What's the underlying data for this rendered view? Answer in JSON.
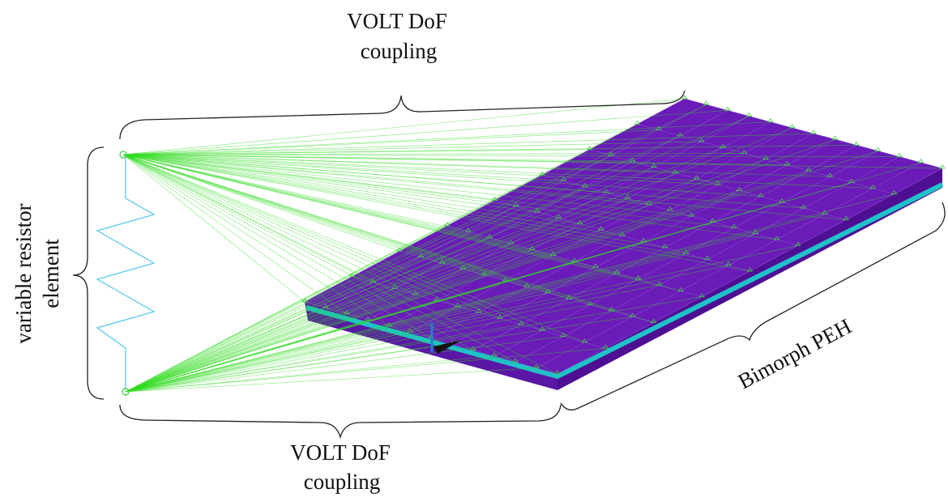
{
  "labels": {
    "top_coupling": [
      "VOLT DoF",
      "coupling"
    ],
    "bottom_coupling": [
      "VOLT DoF",
      "coupling"
    ],
    "resistor": [
      "variable resistor",
      "element"
    ],
    "peh": "Bimorph PEH"
  },
  "colors": {
    "plate": "#6a1bb8",
    "plate_dark": "#4f0f93",
    "plate_side": "#5a17a5",
    "electrode": "#1fc2c8",
    "coupling": "#33dd22",
    "resistor": "#66ccee",
    "bracket": "#222222",
    "markers": "#3ccf3c"
  }
}
